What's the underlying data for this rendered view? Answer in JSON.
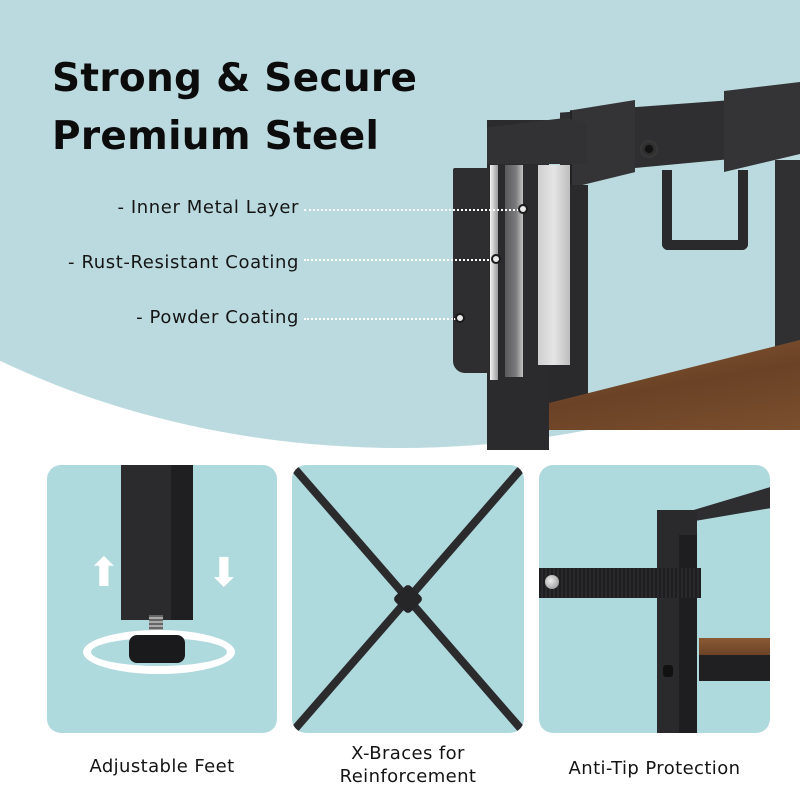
{
  "hero": {
    "headline_line1": "Strong & Secure",
    "headline_line2": "Premium Steel",
    "background_color": "#bbdadf",
    "callouts": [
      {
        "label": "- Inner Metal Layer"
      },
      {
        "label": "- Rust-Resistant Coating"
      },
      {
        "label": "- Powder Coating"
      }
    ]
  },
  "features": [
    {
      "caption": "Adjustable Feet",
      "icon": "adjustable-foot-illustration"
    },
    {
      "caption_line1": "X-Braces for",
      "caption_line2": "Reinforcement",
      "icon": "x-brace-illustration"
    },
    {
      "caption": "Anti-Tip Protection",
      "icon": "anti-tip-strap-illustration"
    }
  ],
  "colors": {
    "card_background": "#aed9dd",
    "steel": "#2b2b2d",
    "wood": "#7a4f2e",
    "text": "#111111"
  }
}
